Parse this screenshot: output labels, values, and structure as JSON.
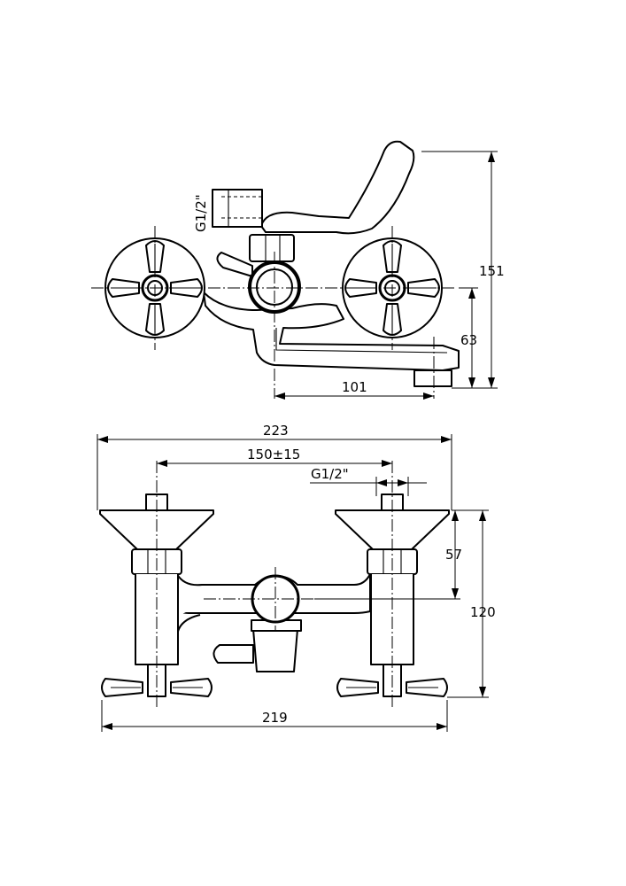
{
  "side_view": {
    "dim_height_total": "151",
    "dim_spout_height": "63",
    "dim_spout_reach": "101",
    "thread_label": "G1/2\""
  },
  "front_view": {
    "dim_overall_width": "223",
    "dim_centers": "150±15",
    "thread_label": "G1/2\"",
    "dim_handle_height": "57",
    "dim_height": "120",
    "dim_base_width": "219"
  }
}
